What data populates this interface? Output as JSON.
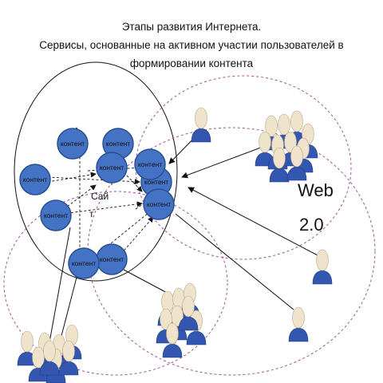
{
  "title": {
    "line1": "Этапы развития Интернета.",
    "line2": "Сервисы, основанные на активном участии пользователей в",
    "line3": "формировании контента"
  },
  "site_label": {
    "line1": "Сай",
    "line2": "т"
  },
  "web_label": {
    "line1": "Web",
    "line2": "2.0"
  },
  "content_nodes": [
    {
      "id": "n1",
      "label": "контент"
    },
    {
      "id": "n2",
      "label": "контент"
    },
    {
      "id": "n3",
      "label": "контент"
    },
    {
      "id": "n4",
      "label": "контент"
    },
    {
      "id": "n5",
      "label": "контент"
    },
    {
      "id": "n6",
      "label": "контент"
    },
    {
      "id": "n7",
      "label": "контент"
    },
    {
      "id": "n8",
      "label": "контент"
    },
    {
      "id": "n9",
      "label": "контент"
    },
    {
      "id": "n10",
      "label": "контент"
    }
  ],
  "colors": {
    "node_fill": "#4472c4",
    "node_stroke": "#2a4f8f",
    "cluster_circle": "#a0529b",
    "site_ellipse": "#111111",
    "person_head": "#efe3cc",
    "person_body": "#3357b0"
  }
}
